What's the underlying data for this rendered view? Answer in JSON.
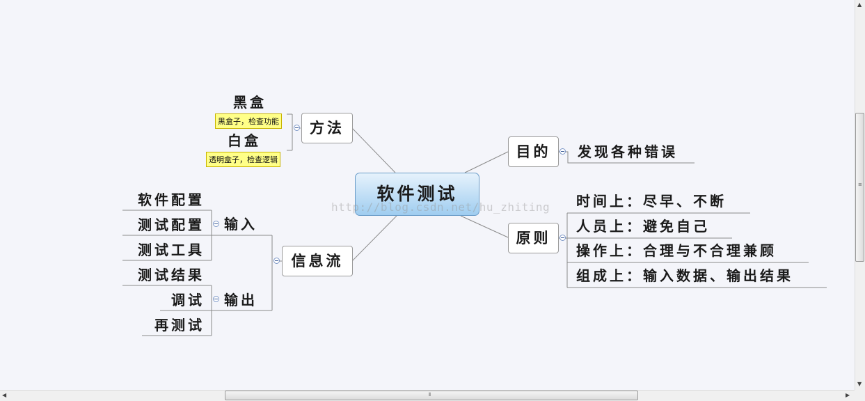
{
  "mindmap": {
    "central": "软件测试",
    "method": {
      "label": "方法",
      "black_box": {
        "label": "黑盒",
        "note": "黑盒子，检查功能"
      },
      "white_box": {
        "label": "白盒",
        "note": "透明盒子，检查逻辑"
      }
    },
    "info_flow": {
      "label": "信息流",
      "input": {
        "label": "输入",
        "items": [
          "软件配置",
          "测试配置",
          "测试工具"
        ]
      },
      "output": {
        "label": "输出",
        "items": [
          "测试结果",
          "调试",
          "再测试"
        ]
      }
    },
    "purpose": {
      "label": "目的",
      "items": [
        "发现各种错误"
      ]
    },
    "principle": {
      "label": "原则",
      "items": [
        "时间上：尽早、不断",
        "人员上：避免自己",
        "操作上：合理与不合理兼顾",
        "组成上：输入数据、输出结果"
      ]
    }
  },
  "watermark": "http://blog.csdn.net/hu_zhiting",
  "colors": {
    "central_top": "#e6f2fc",
    "central_bottom": "#9fcdf0",
    "note_bg": "#ffff88"
  }
}
